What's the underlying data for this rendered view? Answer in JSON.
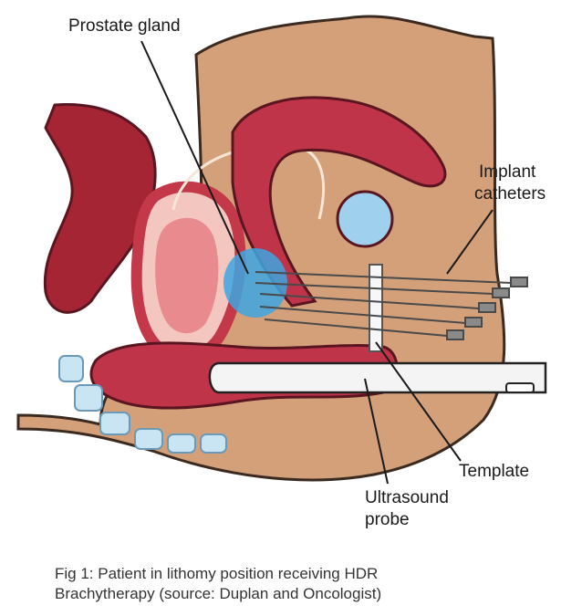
{
  "labels": {
    "prostate_gland": "Prostate gland",
    "implant_line1": "Implant",
    "implant_line2": "catheters",
    "template": "Template",
    "ultrasound_line1": "Ultrasound",
    "ultrasound_line2": "probe"
  },
  "caption": {
    "line1": "Fig 1: Patient in lithomy position receiving HDR",
    "line2": "Brachytherapy  (source: Duplan and Oncologist)"
  },
  "colors": {
    "skin": "#d4a07a",
    "tissue_dark": "#b52a3c",
    "tissue_mid": "#cf4a58",
    "tissue_light": "#f4c6c0",
    "bladder_wall": "#c3394a",
    "prostate_blue": "#3da6e0",
    "bone_blue": "#c9e4f3",
    "probe": "#f4f4f4",
    "text": "#1a1a1a",
    "caption_text": "#333333"
  }
}
